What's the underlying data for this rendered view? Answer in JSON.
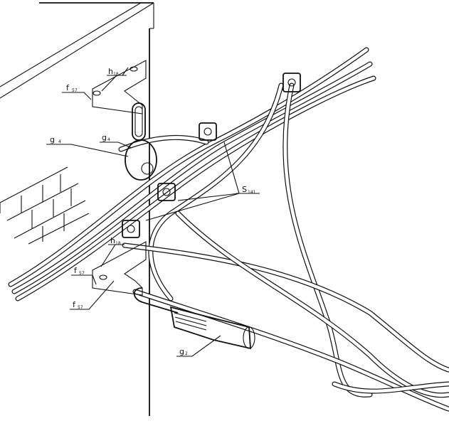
{
  "labels": {
    "h18_top": {
      "main": "h",
      "sub": "18"
    },
    "f57_top": {
      "main": "f",
      "sub": "57"
    },
    "g4_left": {
      "main": "g",
      "sub": "4"
    },
    "g4_right": {
      "main": "g",
      "sub": "4"
    },
    "s141": {
      "main": "S",
      "sub": "141"
    },
    "h18_bottom": {
      "main": "h",
      "sub": "18"
    },
    "f57_bottom_a": {
      "main": "f",
      "sub": "57"
    },
    "f57_bottom_b": {
      "main": "f",
      "sub": "57"
    },
    "g2": {
      "main": "g",
      "sub": "2"
    }
  }
}
